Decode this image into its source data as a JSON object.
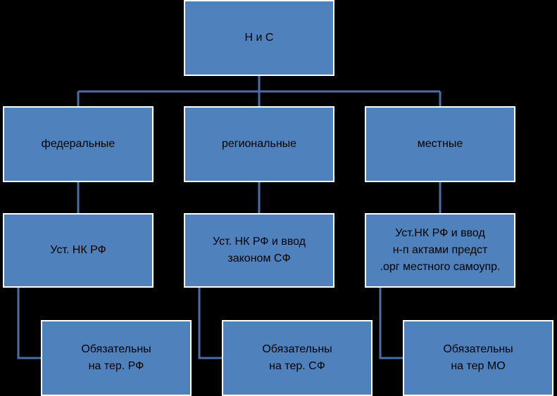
{
  "colors": {
    "box_fill": "#4f81bd",
    "box_border": "#ffffff",
    "connector": "#4a6ea8",
    "background": "#000000"
  },
  "root": {
    "label": "Н и С"
  },
  "levels": [
    {
      "type_label": "федеральные",
      "establish_lines": [
        "Уст. НК РФ"
      ],
      "obligatory_lines": [
        "Обязательны",
        "на тер. РФ"
      ]
    },
    {
      "type_label": "региональные",
      "establish_lines": [
        "Уст. НК РФ и ввод",
        "законом СФ"
      ],
      "obligatory_lines": [
        "Обязательны",
        "на тер. СФ"
      ]
    },
    {
      "type_label": "местные",
      "establish_lines": [
        "Уст.НК РФ и ввод",
        "н-п актами предст",
        ".орг местного самоупр."
      ],
      "obligatory_lines": [
        "Обязательны",
        "на тер МО"
      ]
    }
  ]
}
